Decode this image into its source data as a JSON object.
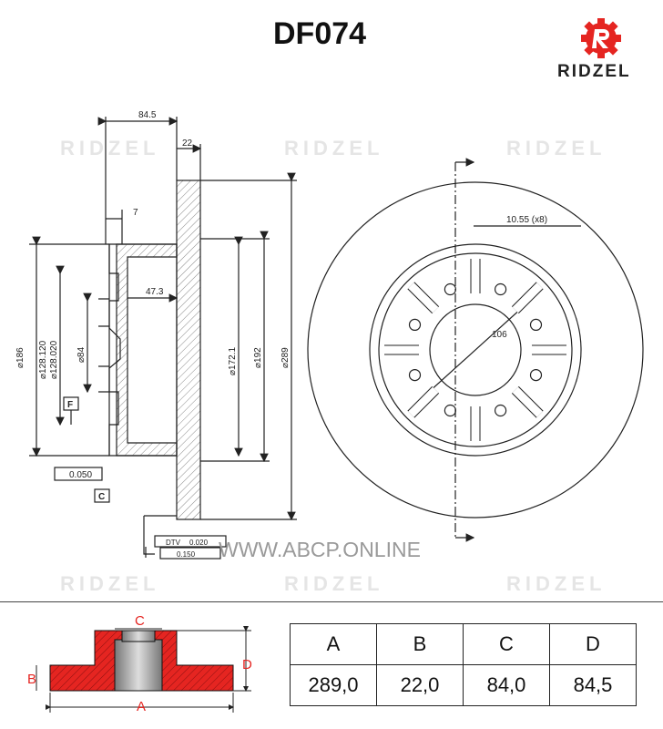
{
  "header": {
    "part_number": "DF074",
    "brand": "RIDZEL",
    "brand_icon": "ridzel-gear-logo-icon",
    "brand_color": "#e52521"
  },
  "watermark": {
    "text": "RIDZEL",
    "url": "WWW.ABCP.ONLINE"
  },
  "drawing": {
    "dims": {
      "d1": "84.5",
      "d2": "22",
      "d3": "7",
      "d4": "47.3",
      "d5": "10.55 (x8)",
      "d6": "106",
      "dia186": "⌀186",
      "dia128": "⌀128.120",
      "dia128b": "⌀128.020",
      "dia84": "⌀84",
      "dia172": "⌀172.1",
      "dia192": "⌀192",
      "dia289": "⌀289",
      "flat": "0.050",
      "dtv": "DTV",
      "dtv_val": "0.020",
      "runout": "0.150",
      "datum_f": "F",
      "datum_c": "C"
    }
  },
  "schema": {
    "labels": {
      "a": "A",
      "b": "B",
      "c": "C",
      "d": "D"
    },
    "fill_color": "#e52521"
  },
  "dimensions_table": {
    "headers": [
      "A",
      "B",
      "C",
      "D"
    ],
    "values": [
      "289,0",
      "22,0",
      "84,0",
      "84,5"
    ]
  }
}
